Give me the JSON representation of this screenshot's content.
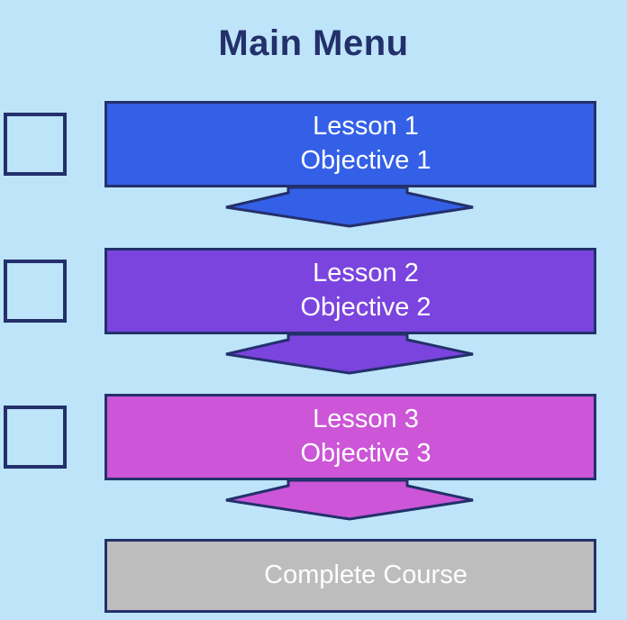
{
  "page": {
    "title": "Main Menu",
    "background_color": "#bde4f8",
    "outline_color": "#23306b",
    "text_color": "#ffffff",
    "title_color": "#23306b"
  },
  "checkboxes": [
    {
      "name": "lesson-1-checkbox",
      "checked": false
    },
    {
      "name": "lesson-2-checkbox",
      "checked": false
    },
    {
      "name": "lesson-3-checkbox",
      "checked": false
    }
  ],
  "steps": [
    {
      "lesson_label": "Lesson 1",
      "objective_label": "Objective 1",
      "color": "#3460e8"
    },
    {
      "lesson_label": "Lesson 2",
      "objective_label": "Objective 2",
      "color": "#7b44de"
    },
    {
      "lesson_label": "Lesson 3",
      "objective_label": "Objective 3",
      "color": "#cc55d8"
    }
  ],
  "arrows": [
    {
      "name": "arrow-lesson-1-to-2",
      "color": "#3460e8"
    },
    {
      "name": "arrow-lesson-2-to-3",
      "color": "#7b44de"
    },
    {
      "name": "arrow-lesson-3-to-complete",
      "color": "#cc55d8"
    }
  ],
  "complete": {
    "label": "Complete Course",
    "color": "#bdbdbd"
  }
}
